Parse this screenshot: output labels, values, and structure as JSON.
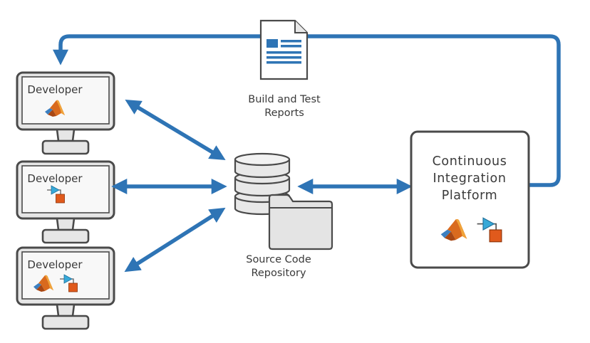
{
  "developers": [
    {
      "label": "Developer",
      "tools": [
        "matlab-icon"
      ]
    },
    {
      "label": "Developer",
      "tools": [
        "simulink-icon"
      ]
    },
    {
      "label": "Developer",
      "tools": [
        "matlab-icon",
        "simulink-icon"
      ]
    }
  ],
  "reports": {
    "line1": "Build and Test",
    "line2": "Reports",
    "icon": "document-icon"
  },
  "repository": {
    "line1": "Source Code",
    "line2": "Repository",
    "icons": [
      "database-icon",
      "folder-icon"
    ]
  },
  "ci_platform": {
    "line1": "Continuous",
    "line2": "Integration",
    "line3": "Platform",
    "tools": [
      "matlab-icon",
      "simulink-icon"
    ]
  },
  "colors": {
    "arrow": "#2e74b5",
    "outline": "#4a4a4a",
    "screen_fill": "#f7f7f7",
    "monitor_fill": "#e8e8e8",
    "folder_fill": "#e4e4e4",
    "simulink_block": "#e05a1c",
    "simulink_arrow": "#37a9d8"
  }
}
